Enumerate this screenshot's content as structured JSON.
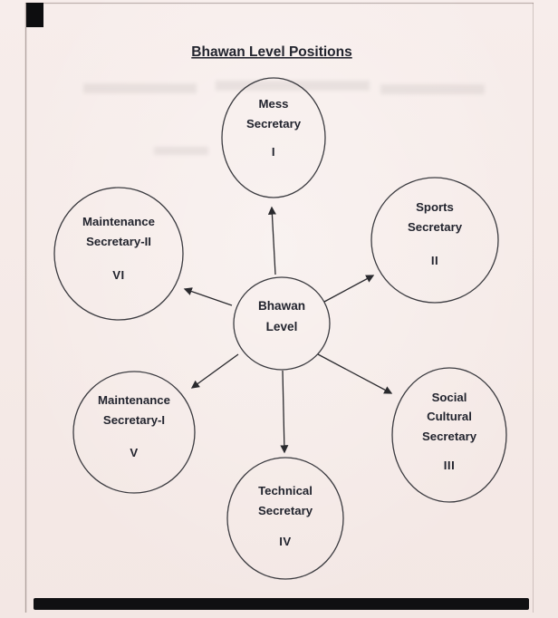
{
  "page": {
    "title": "Bhawan Level Positions"
  },
  "diagram": {
    "center": {
      "lines": [
        "Bhawan",
        "Level"
      ]
    },
    "nodes": [
      {
        "name": "mess-secretary",
        "lines": [
          "Mess",
          "Secretary"
        ],
        "numeral": "I"
      },
      {
        "name": "sports-secretary",
        "lines": [
          "Sports",
          "Secretary"
        ],
        "numeral": "II"
      },
      {
        "name": "social-cultural-secretary",
        "lines": [
          "Social",
          "Cultural",
          "Secretary"
        ],
        "numeral": "III"
      },
      {
        "name": "technical-secretary",
        "lines": [
          "Technical",
          "Secretary"
        ],
        "numeral": "IV"
      },
      {
        "name": "maintenance-secretary-1",
        "lines": [
          "Maintenance",
          "Secretary-I"
        ],
        "numeral": "V"
      },
      {
        "name": "maintenance-secretary-2",
        "lines": [
          "Maintenance",
          "Secretary-II"
        ],
        "numeral": "VI"
      }
    ]
  },
  "colors": {
    "paper": "#f6ecea",
    "ink": "#22242e",
    "outline": "#3b3b40"
  }
}
